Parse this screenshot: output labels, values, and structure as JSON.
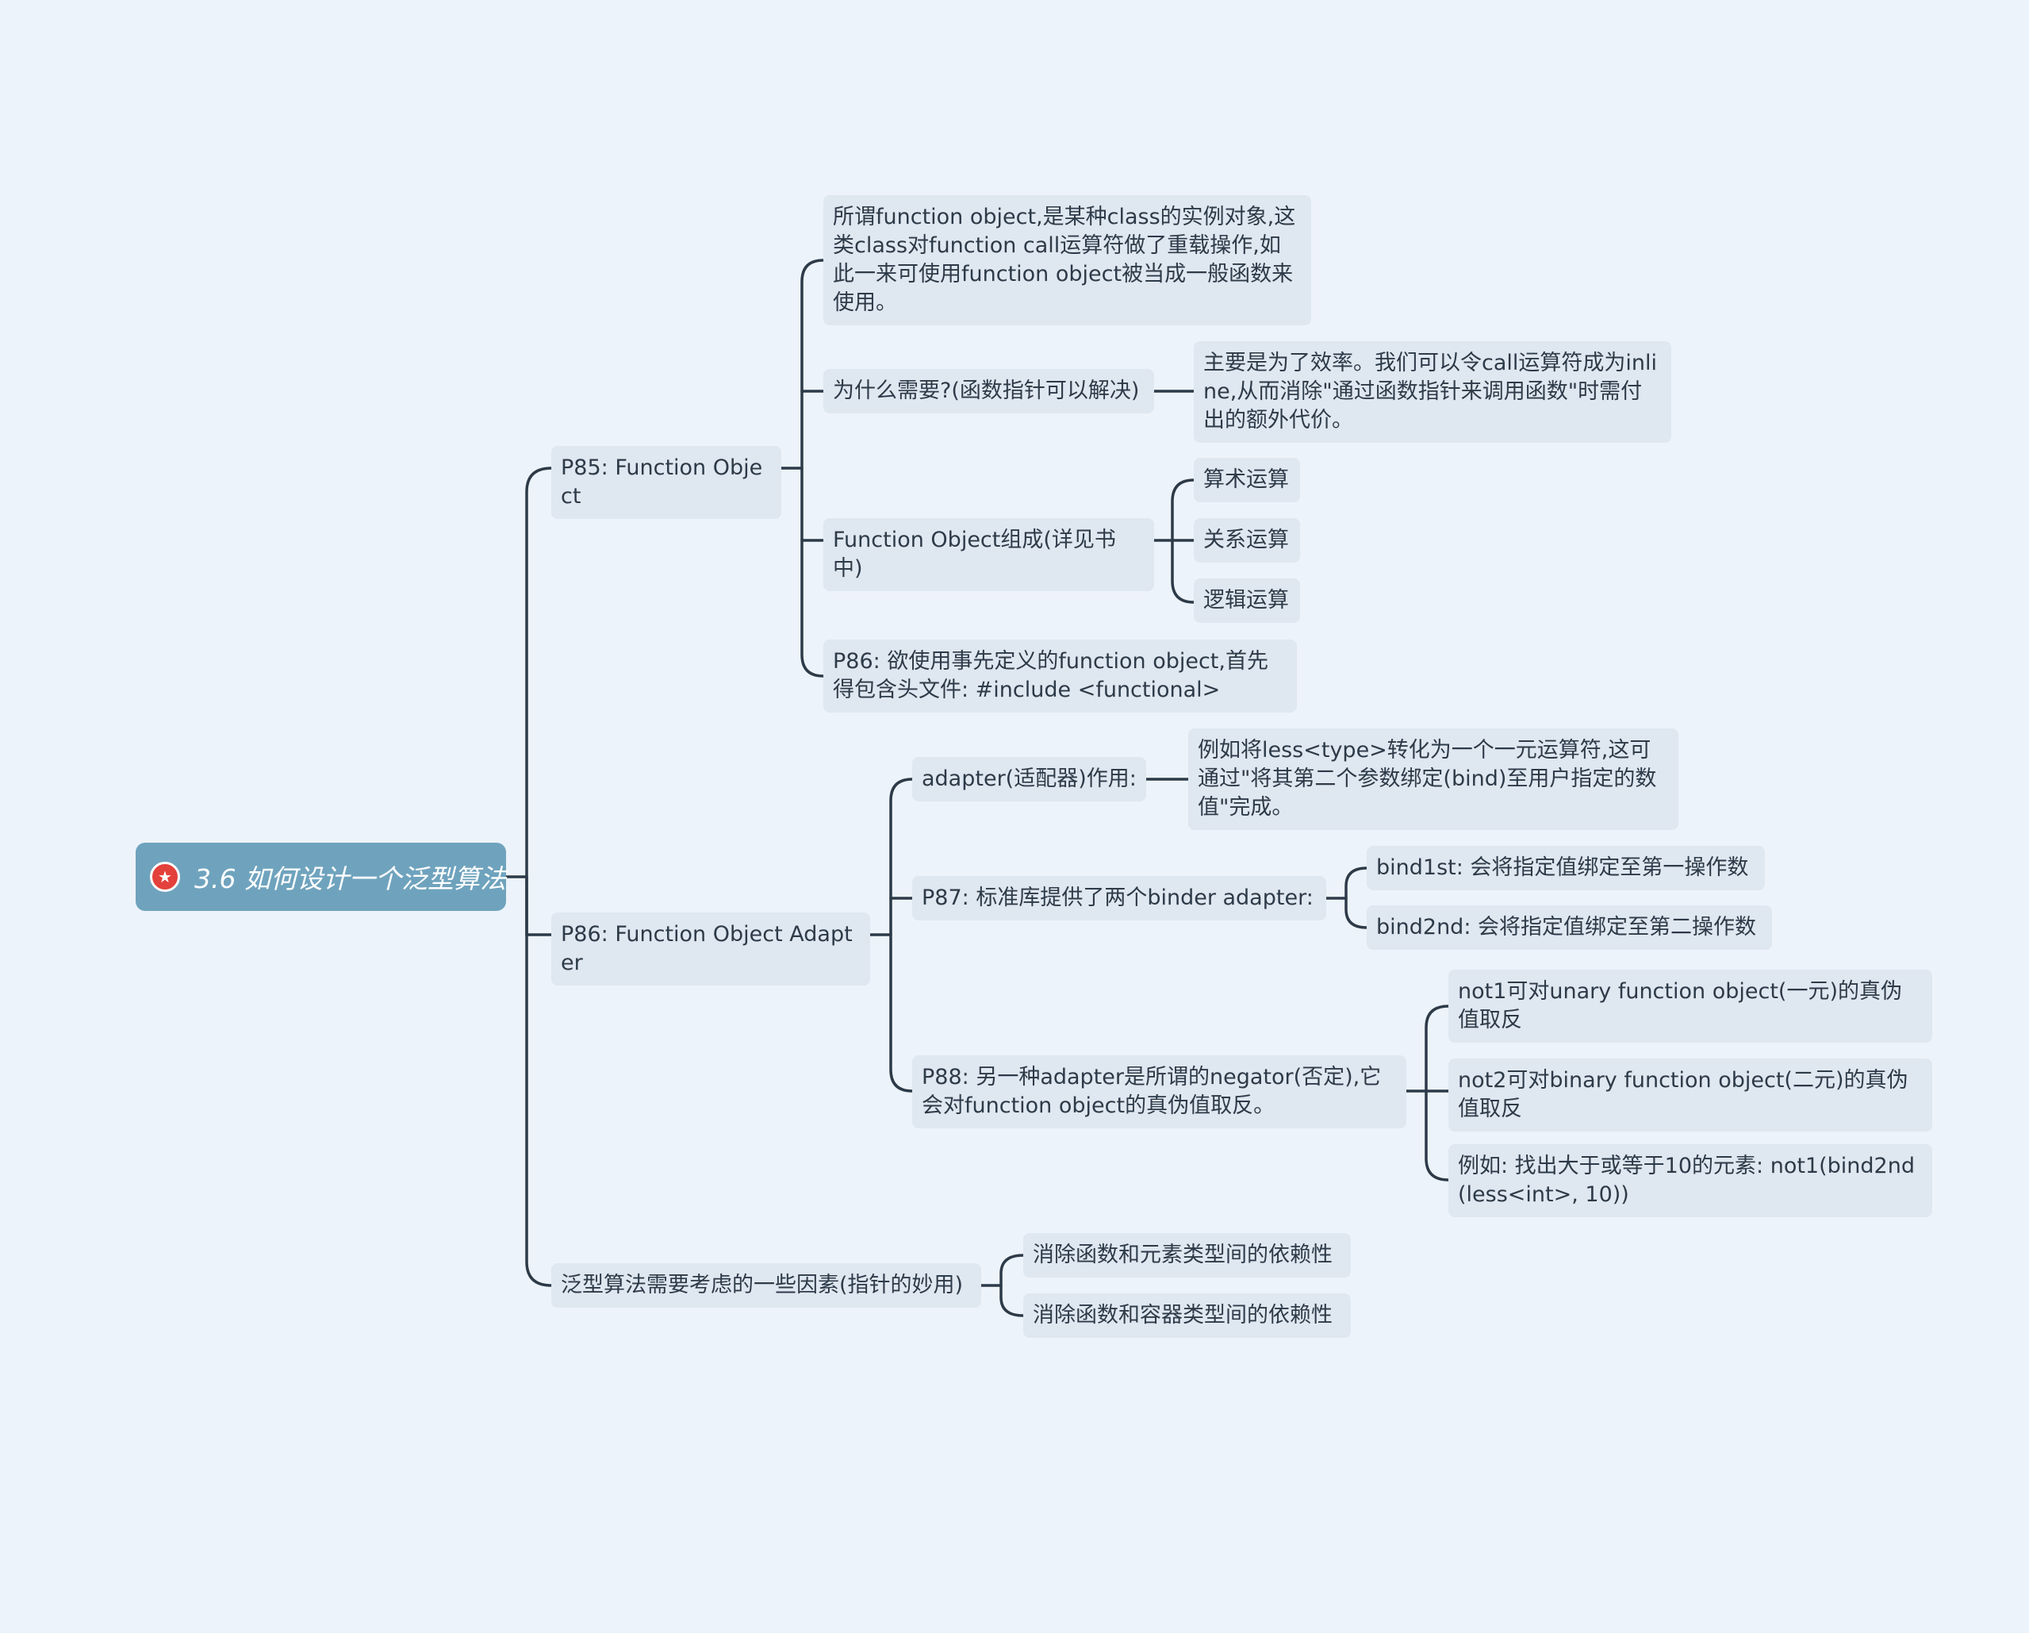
{
  "root": {
    "title": "3.6 如何设计一个泛型算法",
    "icon": "star-icon",
    "color": "#6fa3bd"
  },
  "branches": [
    {
      "label": "P85: Function Object",
      "children": [
        {
          "label": "所谓function object,是某种class的实例对象,这类class对function call运算符做了重载操作,如此一来可使用function object被当成一般函数来使用。"
        },
        {
          "label": "为什么需要?(函数指针可以解决)",
          "children": [
            {
              "label": "主要是为了效率。我们可以令call运算符成为inline,从而消除\"通过函数指针来调用函数\"时需付出的额外代价。"
            }
          ]
        },
        {
          "label": "Function Object组成(详见书中)",
          "children": [
            {
              "label": "算术运算"
            },
            {
              "label": "关系运算"
            },
            {
              "label": "逻辑运算"
            }
          ]
        },
        {
          "label": "P86: 欲使用事先定义的function object,首先得包含头文件: #include <functional>"
        }
      ]
    },
    {
      "label": "P86: Function Object Adapter",
      "children": [
        {
          "label": "adapter(适配器)作用:",
          "children": [
            {
              "label": "例如将less<type>转化为一个一元运算符,这可通过\"将其第二个参数绑定(bind)至用户指定的数值\"完成。"
            }
          ]
        },
        {
          "label": "P87: 标准库提供了两个binder adapter:",
          "children": [
            {
              "label": "bind1st: 会将指定值绑定至第一操作数"
            },
            {
              "label": "bind2nd: 会将指定值绑定至第二操作数"
            }
          ]
        },
        {
          "label": "P88: 另一种adapter是所谓的negator(否定),它会对function object的真伪值取反。",
          "children": [
            {
              "label": "not1可对unary function object(一元)的真伪值取反"
            },
            {
              "label": "not2可对binary function object(二元)的真伪值取反"
            },
            {
              "label": "例如: 找出大于或等于10的元素: not1(bind2nd(less<int>, 10))"
            }
          ]
        }
      ]
    },
    {
      "label": "泛型算法需要考虑的一些因素(指针的妙用)",
      "children": [
        {
          "label": "消除函数和元素类型间的依赖性"
        },
        {
          "label": "消除函数和容器类型间的依赖性"
        }
      ]
    }
  ]
}
